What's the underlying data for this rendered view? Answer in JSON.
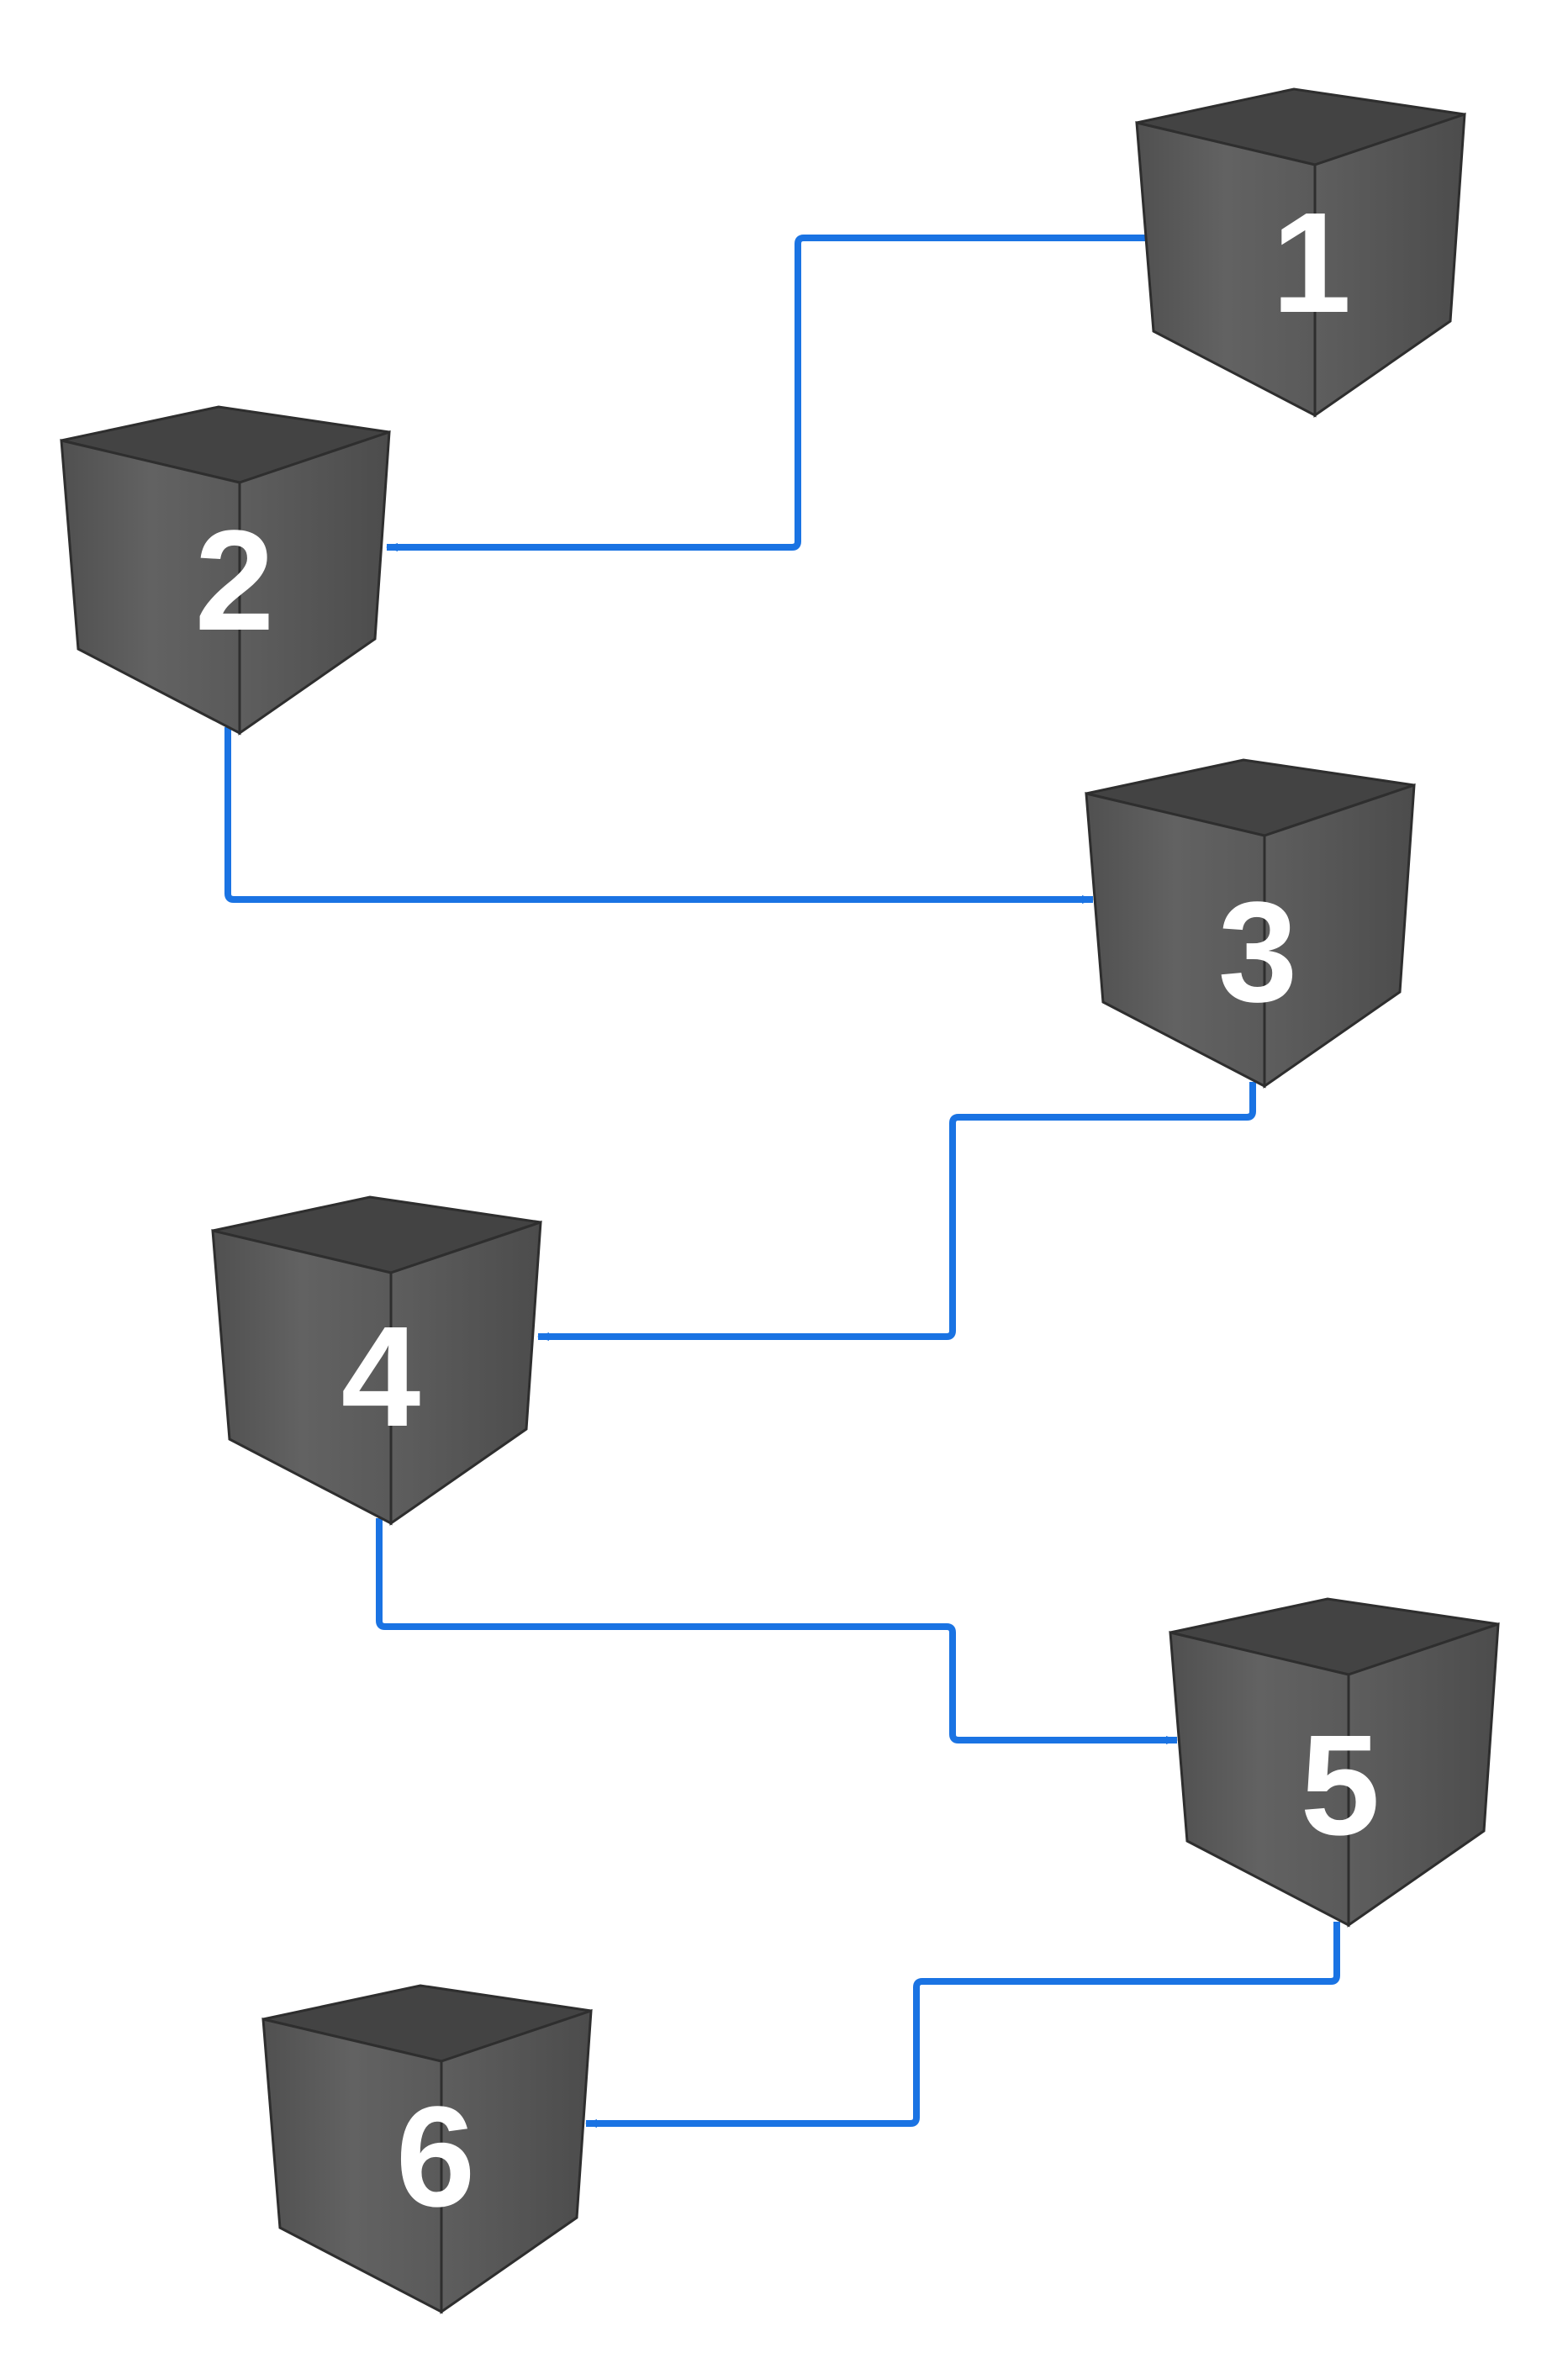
{
  "diagram": {
    "nodes": [
      {
        "id": "1",
        "label": "1"
      },
      {
        "id": "2",
        "label": "2"
      },
      {
        "id": "3",
        "label": "3"
      },
      {
        "id": "4",
        "label": "4"
      },
      {
        "id": "5",
        "label": "5"
      },
      {
        "id": "6",
        "label": "6"
      }
    ],
    "edges": [
      {
        "from": "1",
        "to": "2"
      },
      {
        "from": "2",
        "to": "3"
      },
      {
        "from": "3",
        "to": "4"
      },
      {
        "from": "4",
        "to": "5"
      },
      {
        "from": "5",
        "to": "6"
      }
    ]
  },
  "colors": {
    "connector": "#1a73e3",
    "cube_top": "#434343",
    "cube_left": "#5c5c5c",
    "cube_right": "#555555",
    "label": "#ffffff"
  }
}
